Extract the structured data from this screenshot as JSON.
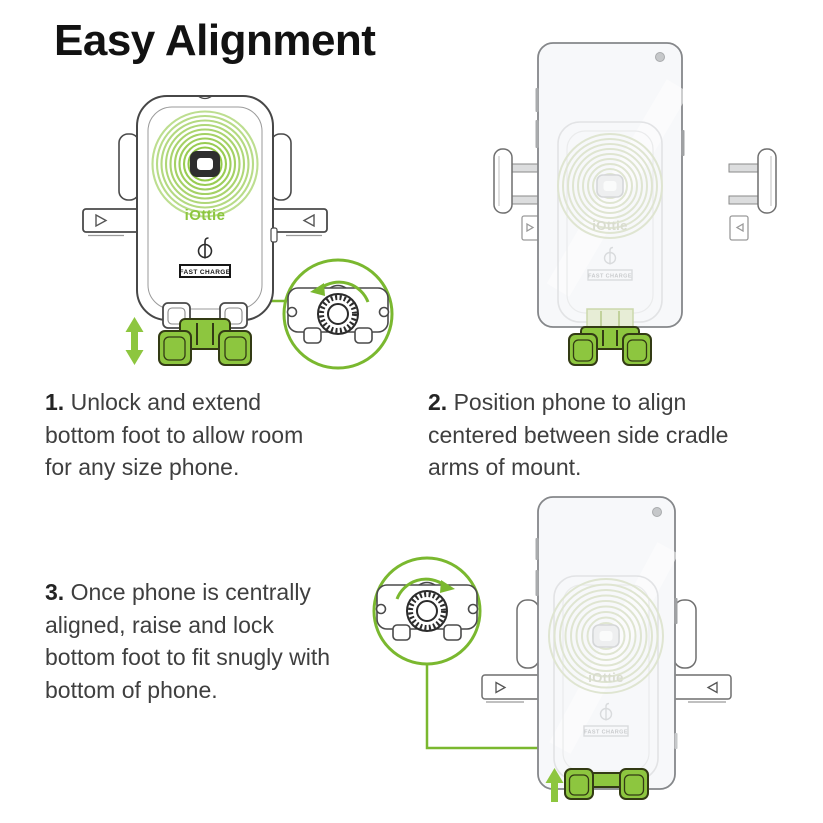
{
  "page": {
    "title": "Easy Alignment",
    "background": "#ffffff"
  },
  "colors": {
    "accent_green": "#8DC63F",
    "accent_green_stroke": "#7AB82F",
    "green_outline_dark": "#333B14",
    "title_ink": "#121212",
    "body_ink": "#3F3F3F",
    "phone_fill": "#F7F8FA",
    "phone_stroke": "#85878A"
  },
  "steps": [
    {
      "number": "1.",
      "text": "Unlock and extend bottom foot to allow room for any size phone."
    },
    {
      "number": "2.",
      "text": "Position phone to align centered between side cradle arms of mount."
    },
    {
      "number": "3.",
      "text": "Once phone is centrally aligned, raise and lock bottom foot to fit snugly with bottom of phone."
    }
  ],
  "product": {
    "brand": "iOttie",
    "fast_charge_label": "FAST CHARGE"
  },
  "icons": {
    "qi_charging": "qi-wireless-charging-icon",
    "unlock_rotation": "counter-clockwise-arrow-icon",
    "lock_rotation": "clockwise-arrow-icon",
    "extend_foot": "double-vertical-arrow-icon",
    "raise_foot": "up-arrow-icon"
  }
}
